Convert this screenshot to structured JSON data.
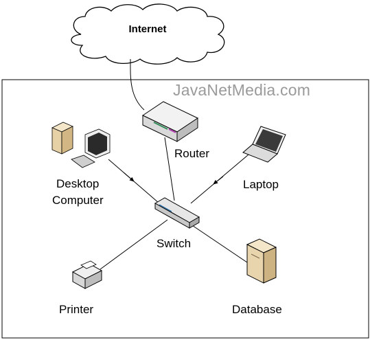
{
  "cloud": {
    "label": "Internet"
  },
  "watermark": "JavaNetMedia.com",
  "nodes": {
    "router": "Router",
    "desktop_line1": "Desktop",
    "desktop_line2": "Computer",
    "laptop": "Laptop",
    "switch": "Switch",
    "printer": "Printer",
    "database": "Database"
  },
  "colors": {
    "line": "#000000",
    "border": "#000000",
    "cloud_fill": "#ffffff",
    "watermark": "#9a9a9a"
  }
}
